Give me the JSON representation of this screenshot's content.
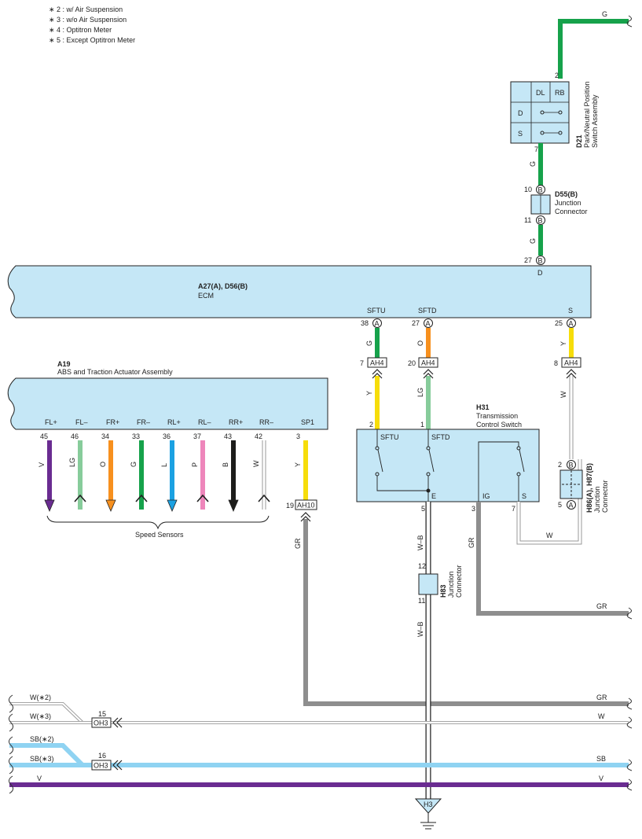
{
  "notes": [
    "∗ 2 : w/ Air Suspension",
    "∗ 3 : w/o Air Suspension",
    "∗ 4 : Optitron Meter",
    "∗ 5 : Except Optitron Meter"
  ],
  "colors": {
    "fill": "#c5e7f6",
    "G": "#16a24b",
    "Y": "#f6dd0a",
    "O": "#f7901e",
    "LG": "#87cc9b",
    "V": "#6a2c91",
    "L": "#1ba1e2",
    "P": "#ee86bb",
    "B": "#1d1d1b",
    "W": "#bbbbbb",
    "GR": "#8e8e8e",
    "SB": "#8fd3f2"
  },
  "d21": {
    "code": "D21",
    "name1": "Park/Neutral Position",
    "name2": "Switch Assembly",
    "dl": "DL",
    "rb": "RB",
    "d": "D",
    "s": "S",
    "pin_top": "2",
    "pin_bottom": "7",
    "wire_top": "G",
    "wire_bottom": "G"
  },
  "d55": {
    "code": "D55(B)",
    "name1": "Junction",
    "name2": "Connector",
    "pin_top": "10",
    "pin_bottom": "11",
    "conn": "B",
    "wire": "G"
  },
  "ecm": {
    "code": "A27(A), D56(B)",
    "name": "ECM",
    "d_pin": "27",
    "d_conn": "B",
    "d_label": "D",
    "sftu": "SFTU",
    "sftu_pin": "38",
    "sftu_conn": "A",
    "sftu_wire": "G",
    "sftd": "SFTD",
    "sftd_pin": "27",
    "sftd_conn": "A",
    "sftd_wire": "O",
    "s": "S",
    "s_pin": "25",
    "s_conn": "A",
    "s_wire": "Y"
  },
  "ah4": {
    "label": "AH4",
    "pin1": "7",
    "pin2": "20",
    "pin3": "8",
    "wire1": "Y",
    "wire2": "LG",
    "wire3": "W"
  },
  "a19": {
    "code": "A19",
    "name": "ABS and Traction Actuator Assembly",
    "terms": [
      {
        "label": "FL+",
        "pin": "45",
        "wire": "V"
      },
      {
        "label": "FL–",
        "pin": "46",
        "wire": "LG"
      },
      {
        "label": "FR+",
        "pin": "34",
        "wire": "O"
      },
      {
        "label": "FR–",
        "pin": "33",
        "wire": "G"
      },
      {
        "label": "RL+",
        "pin": "36",
        "wire": "L"
      },
      {
        "label": "RL–",
        "pin": "37",
        "wire": "P"
      },
      {
        "label": "RR+",
        "pin": "43",
        "wire": "B"
      },
      {
        "label": "RR–",
        "pin": "42",
        "wire": "W"
      },
      {
        "label": "SP1",
        "pin": "3",
        "wire": "Y"
      }
    ],
    "speed_sensors": "Speed Sensors"
  },
  "ah10": {
    "label": "AH10",
    "pin": "19",
    "wire": "GR"
  },
  "h31": {
    "code": "H31",
    "name1": "Transmission",
    "name2": "Control Switch",
    "sftu": "SFTU",
    "sftd": "SFTD",
    "e": "E",
    "ig": "IG",
    "s": "S",
    "pin_sftu": "2",
    "pin_sftd": "1",
    "pin_e": "5",
    "pin_ig": "3",
    "pin_s": "7",
    "wire_ig": "GR",
    "wire_s": "W"
  },
  "h86": {
    "code": "H86(A), H87(B)",
    "name1": "Junction",
    "name2": "Connector",
    "pin_top": "2",
    "pin_bottom": "5",
    "conn_top": "B",
    "conn_bottom": "A"
  },
  "h83": {
    "code": "H83",
    "name1": "Junction",
    "name2": "Connector",
    "pin_top": "12",
    "pin_bottom": "11",
    "wire_top": "W–B",
    "wire_bottom": "W–B"
  },
  "right_gr": "GR",
  "bus": {
    "gr": "GR",
    "w2": "W(∗2)",
    "w3": "W(∗3)",
    "w": "W",
    "oh3_label": "OH3",
    "oh3_pin_w": "15",
    "oh3_pin_sb": "16",
    "sb2": "SB(∗2)",
    "sb3": "SB(∗3)",
    "sb": "SB",
    "v_left": "V",
    "v_right": "V"
  },
  "ground": {
    "label": "H3"
  }
}
